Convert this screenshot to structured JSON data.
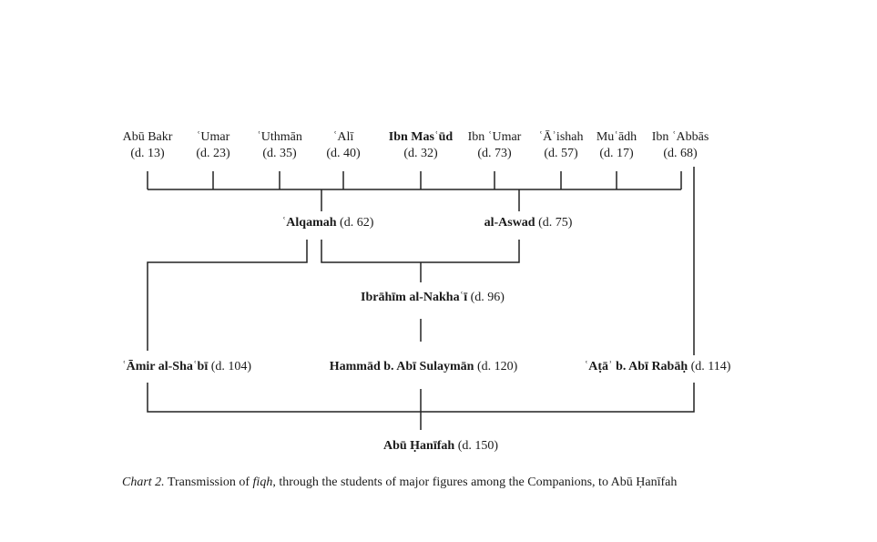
{
  "companions": [
    {
      "name": "Abū Bakr",
      "death": "(d. 13)",
      "bold": false
    },
    {
      "name": "ʿUmar",
      "death": "(d. 23)",
      "bold": false
    },
    {
      "name": "ʿUthmān",
      "death": "(d. 35)",
      "bold": false
    },
    {
      "name": "ʿAlī",
      "death": "(d. 40)",
      "bold": false
    },
    {
      "name": "Ibn Masʿūd",
      "death": "(d. 32)",
      "bold": true
    },
    {
      "name": "Ibn ʿUmar",
      "death": "(d. 73)",
      "bold": false
    },
    {
      "name": "ʿĀʾishah",
      "death": "(d. 57)",
      "bold": false
    },
    {
      "name": "Muʿādh",
      "death": "(d. 17)",
      "bold": false
    },
    {
      "name": "Ibn ʿAbbās",
      "death": "(d. 68)",
      "bold": false
    }
  ],
  "students": {
    "alqamah": {
      "name": "ʿAlqamah",
      "death": "(d. 62)"
    },
    "aswad": {
      "name": "al-Aswad",
      "death": "(d. 75)"
    },
    "nakhai": {
      "name": "Ibrāhīm al-Nakhaʿī",
      "death": "(d. 96)"
    },
    "shabi": {
      "name": "ʿĀmir al-Shaʿbī",
      "death": "(d. 104)"
    },
    "hammad": {
      "name": "Hammād b. Abī Sulaymān",
      "death": "(d. 120)"
    },
    "ata": {
      "name": "ʿAṭāʾ b. Abī Rabāḥ",
      "death": "(d. 114)"
    },
    "abu_hanifah": {
      "name": "Abū Ḥanīfah",
      "death": "(d. 150)"
    }
  },
  "caption": {
    "label": "Chart 2.",
    "text_before": " Transmission of ",
    "term": "fiqh",
    "text_after": ", through the students of major figures among the Companions, to Abū Ḥanīfah"
  }
}
